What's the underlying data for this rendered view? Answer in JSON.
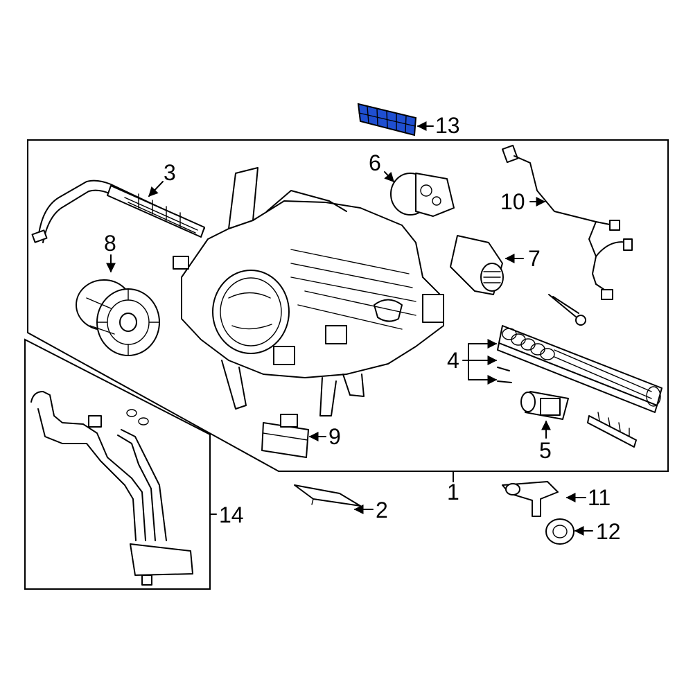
{
  "callouts": {
    "c1": "1",
    "c2": "2",
    "c3": "3",
    "c4": "4",
    "c5": "5",
    "c6": "6",
    "c7": "7",
    "c8": "8",
    "c9": "9",
    "c10": "10",
    "c11": "11",
    "c12": "12",
    "c13": "13",
    "c14": "14"
  },
  "colors": {
    "highlight_fill": "#1f4fd1",
    "line": "#000000",
    "background": "#ffffff"
  },
  "highlighted_part": "13"
}
